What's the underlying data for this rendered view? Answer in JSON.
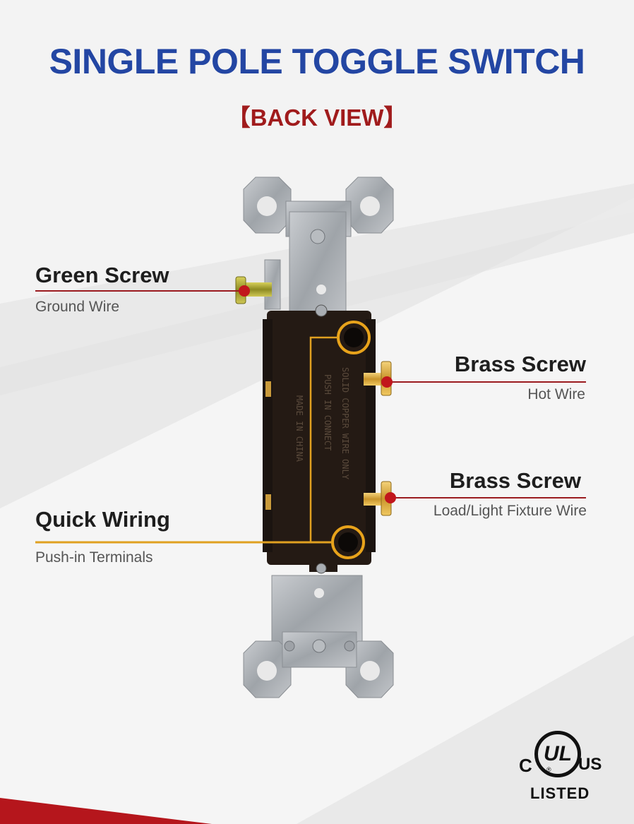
{
  "title": "SINGLE POLE TOGGLE SWITCH",
  "subtitle": "【BACK VIEW】",
  "callouts": {
    "green_screw": {
      "label": "Green Screw",
      "sub": "Ground Wire"
    },
    "brass_screw_hot": {
      "label": "Brass Screw",
      "sub": "Hot Wire"
    },
    "brass_screw_load": {
      "label": "Brass Screw",
      "sub": "Load/Light Fixture Wire"
    },
    "quick_wiring": {
      "label": "Quick Wiring",
      "sub": "Push-in Terminals"
    }
  },
  "certification": {
    "c": "C",
    "mark": "UL",
    "us": "US",
    "listed": "LISTED"
  },
  "colors": {
    "title": "#2346a3",
    "subtitle": "#a01b1c",
    "leader_red": "#9b1b1f",
    "leader_gold": "#e0a020"
  }
}
